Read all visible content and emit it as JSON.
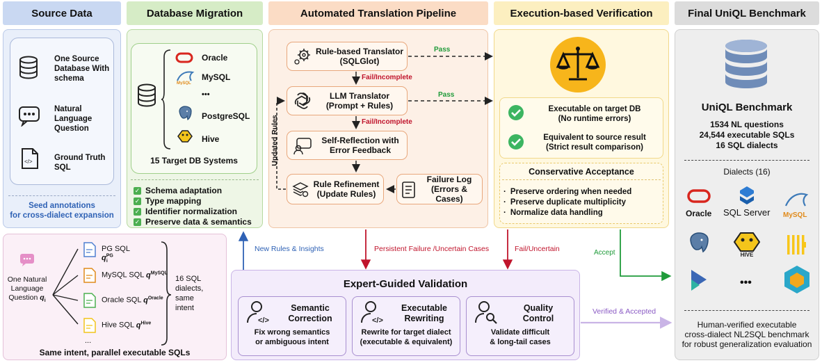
{
  "headers": {
    "source": "Source Data",
    "migration": "Database Migration",
    "pipeline": "Automated Translation Pipeline",
    "verification": "Execution-based Verification",
    "final": "Final UniQL Benchmark"
  },
  "source": {
    "items": [
      {
        "icon": "database-icon",
        "label": "One Source Database With schema"
      },
      {
        "icon": "chat-icon",
        "label": "Natural Language Question"
      },
      {
        "icon": "sql-file-icon",
        "label": "Ground Truth SQL"
      }
    ],
    "seed_line1": "Seed annotations",
    "seed_line2": "for cross-dialect  expansion"
  },
  "migration": {
    "systems": [
      "Oracle",
      "MySQL",
      "•••",
      "PostgreSQL",
      "Hive"
    ],
    "target_caption": "15 Target DB Systems",
    "checks": [
      "Schema adaptation",
      "Type mapping",
      "Identifier normalization",
      "Preserve data & semantics"
    ]
  },
  "pipeline": {
    "rule_translator": "Rule-based Translator (SQLGlot)",
    "llm_translator": "LLM Translator (Prompt + Rules)",
    "self_reflection": "Self-Reflection with Error Feedback",
    "rule_refinement": "Rule Refinement (Update Rules)",
    "failure_log": "Failure Log (Errors & Cases)",
    "pass1": "Pass",
    "pass2": "Pass",
    "fail1": "Fail/Incomplete",
    "fail2": "Fail/Incomplete",
    "updated_rules": "Updated Rules"
  },
  "verification": {
    "check1_l1": "Executable on target DB",
    "check1_l2": "(No runtime errors)",
    "check2_l1": "Equivalent to source result",
    "check2_l2": "(Strict result comparison)",
    "acceptance_title": "Conservative Acceptance",
    "acceptance_items": [
      "Preserve ordering when needed",
      "Preserve duplicate multiplicity",
      "Normalize data handling"
    ]
  },
  "final": {
    "title": "UniQL Benchmark",
    "stats": [
      "1534 NL questions",
      "24,544 executable SQLs",
      "16 SQL dialects"
    ],
    "dialects_label": "Dialects (16)",
    "logos": [
      "Oracle",
      "SQL Server",
      "MySQL",
      "HIVE"
    ],
    "dots": "•••",
    "caption_l1": "Human-verified executable",
    "caption_l2": "cross-dialect NL2SQL benchmark",
    "caption_l3": "for robust generalization evaluation"
  },
  "parallel": {
    "question": "One Natural Language Question",
    "question_sym": "q",
    "question_sub": "i",
    "sqls": [
      {
        "label": "PG SQL",
        "sup": "PG"
      },
      {
        "label": "MySQL SQL",
        "sup": "MySQL"
      },
      {
        "label": "Oracle SQL",
        "sup": "Oracle"
      },
      {
        "label": "Hive SQL",
        "sup": "Hive"
      }
    ],
    "sql_sym": "q",
    "sql_sub": "i",
    "more": "...",
    "brace_l1": "16 SQL",
    "brace_l2": "dialects,",
    "brace_l3": "same",
    "brace_l4": "intent",
    "caption": "Same intent, parallel executable SQLs"
  },
  "flows": {
    "new_rules": "New Rules & Insights",
    "persistent": "Persistent Failure /Uncertain Cases",
    "fail_uncertain": "Fail/Uncertain",
    "accept": "Accept",
    "verified": "Verified & Accepted"
  },
  "expert": {
    "title": "Expert-Guided Validation",
    "cards": [
      {
        "t1": "Semantic",
        "t2": "Correction",
        "d1": "Fix wrong semantics",
        "d2": "or ambiguous intent"
      },
      {
        "t1": "Executable",
        "t2": "Rewriting",
        "d1": "Rewrite for target dialect",
        "d2": "(executable & equivalent)"
      },
      {
        "t1": "Quality",
        "t2": "Control",
        "d1": "Validate difficult",
        "d2": "& long-tail cases"
      }
    ]
  },
  "colors": {
    "source_bg": "#e9effa",
    "migration_bg": "#eef6e6",
    "pipeline_bg": "#fdf0e6",
    "verification_bg": "#fff8df",
    "final_bg": "#eeeeee",
    "expert_bg": "#f3ecfb",
    "parallel_bg": "#fbf0f7",
    "red": "#c0142c",
    "green": "#1f9b3a",
    "blue": "#2f62b5",
    "purple": "#8a5ac4"
  }
}
